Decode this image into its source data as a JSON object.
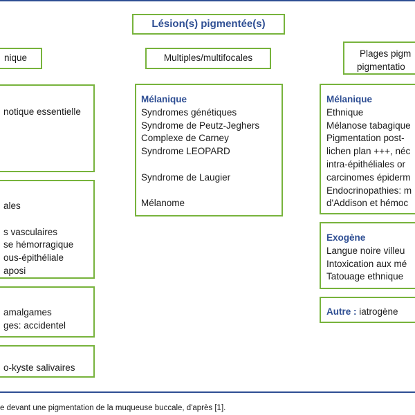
{
  "title": "Lésion(s) pigmentée(s)",
  "headers": {
    "left": "nique",
    "middle": "Multiples/multifocales",
    "right_line1": "Plages pigm",
    "right_line2": "pigmentatio"
  },
  "left": {
    "box1": [
      "notique essentielle"
    ],
    "box2": [
      "ales",
      "",
      "s vasculaires",
      "se hémorragique",
      "ous-épithéliale",
      "aposi"
    ],
    "box3": [
      "amalgames",
      "ges: accidentel"
    ],
    "box4": [
      "o-kyste salivaires"
    ]
  },
  "middle": {
    "heading": "Mélanique",
    "lines": [
      "Syndromes génétiques",
      "Syndrome de Peutz-Jeghers",
      "Complexe de Carney",
      "Syndrome LEOPARD",
      "",
      "Syndrome de Laugier",
      "",
      "Mélanome"
    ]
  },
  "right": {
    "box1_heading": "Mélanique",
    "box1_lines": [
      "Ethnique",
      "Mélanose tabagique",
      "Pigmentation post-",
      "lichen plan +++, néc",
      "intra-épithéliales or",
      "carcinomes épiderm",
      "Endocrinopathies: m",
      "d'Addison et hémoc"
    ],
    "box2_heading": "Exogène",
    "box2_lines": [
      "Langue noire villeu",
      "Intoxication aux mé",
      "Tatouage ethnique"
    ],
    "box3_heading": "Autre :",
    "box3_text": " iatrogène"
  },
  "caption": "e devant une pigmentation de la muqueuse buccale, d'après [1]."
}
